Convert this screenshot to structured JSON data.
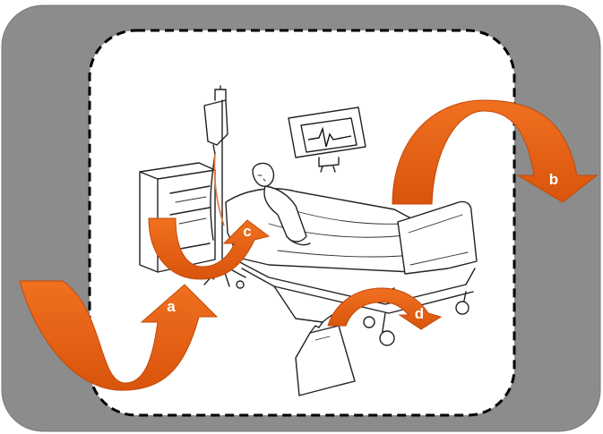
{
  "diagram": {
    "colors": {
      "outer_zone": "#8c8c8c",
      "inner_zone": "#ffffff",
      "boundary_dash": "#000000",
      "arrow_fill": "#e85d0c",
      "arrow_shadow": "#b8440a",
      "label_text": "#ffffff"
    },
    "arrows": [
      {
        "id": "a",
        "label": "a"
      },
      {
        "id": "b",
        "label": "b"
      },
      {
        "id": "c",
        "label": "c"
      },
      {
        "id": "d",
        "label": "d"
      }
    ],
    "icons": [
      "cabinet-icon",
      "iv-stand-icon",
      "monitor-icon",
      "bed-icon",
      "patient-icon",
      "urine-bag-icon"
    ]
  }
}
